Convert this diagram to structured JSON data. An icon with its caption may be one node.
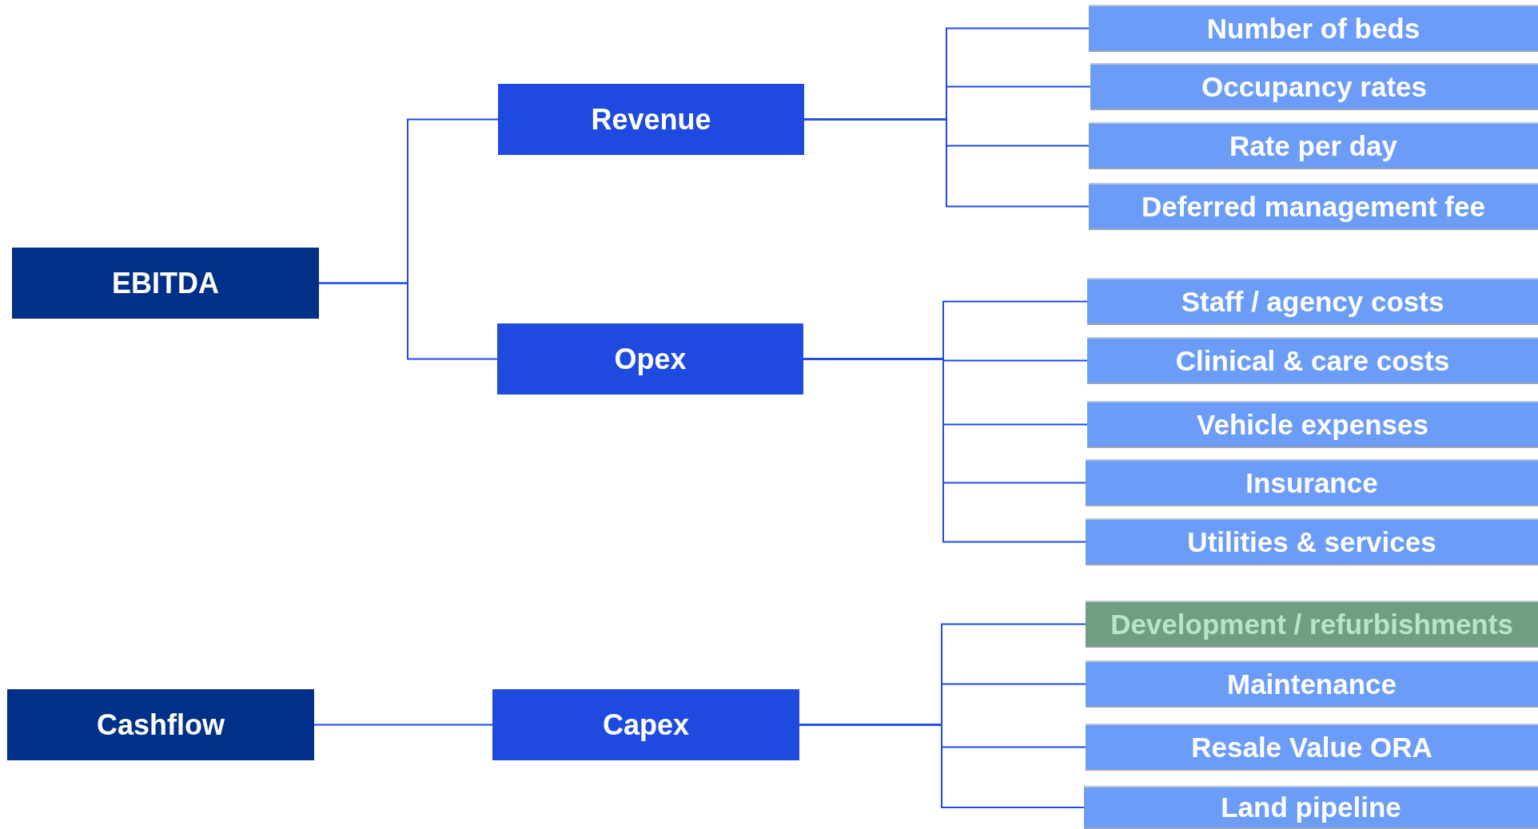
{
  "diagram": {
    "nodes": [
      {
        "text": [
          "EBITDA"
        ]
      },
      {
        "text": [
          "Revenue"
        ]
      },
      {
        "text": [
          "Number of beds"
        ]
      },
      {
        "text": [
          "Occupancy rates"
        ]
      },
      {
        "text": [
          "Rate per day"
        ]
      },
      {
        "text": [
          "Deferred management fee"
        ]
      },
      {
        "text": [
          "Opex"
        ]
      },
      {
        "text": [
          "Staff / agency costs"
        ]
      },
      {
        "text": [
          "Clinical & care costs"
        ]
      },
      {
        "text": [
          "Vehicle expenses"
        ]
      },
      {
        "text": [
          "Insurance"
        ]
      },
      {
        "text": [
          "Utilities & services"
        ]
      },
      {
        "text": [
          "Cashflow"
        ]
      },
      {
        "text": [
          "Capex"
        ]
      },
      {
        "text": [
          "Development / refurbishments"
        ]
      },
      {
        "text": [
          "Maintenance"
        ]
      },
      {
        "text": [
          "Resale Value ORA"
        ]
      },
      {
        "text": [
          "Land pipeline"
        ]
      }
    ],
    "edges": [
      {
        "from": 0,
        "to": 1,
        "arrow": "none"
      },
      {
        "from": 0,
        "to": 6,
        "arrow": "none"
      },
      {
        "from": 1,
        "to": 2,
        "arrow": "none"
      },
      {
        "from": 1,
        "to": 3,
        "arrow": "none"
      },
      {
        "from": 1,
        "to": 4,
        "arrow": "none"
      },
      {
        "from": 1,
        "to": 5,
        "arrow": "none"
      },
      {
        "from": 6,
        "to": 7,
        "arrow": "none"
      },
      {
        "from": 6,
        "to": 8,
        "arrow": "none"
      },
      {
        "from": 6,
        "to": 9,
        "arrow": "none"
      },
      {
        "from": 6,
        "to": 10,
        "arrow": "none"
      },
      {
        "from": 6,
        "to": 11,
        "arrow": "none"
      },
      {
        "from": 12,
        "to": 13,
        "arrow": "none"
      },
      {
        "from": 13,
        "to": 14,
        "arrow": "none"
      },
      {
        "from": 13,
        "to": 15,
        "arrow": "none"
      },
      {
        "from": 13,
        "to": 16,
        "arrow": "none"
      },
      {
        "from": 13,
        "to": 17,
        "arrow": "none"
      }
    ]
  }
}
